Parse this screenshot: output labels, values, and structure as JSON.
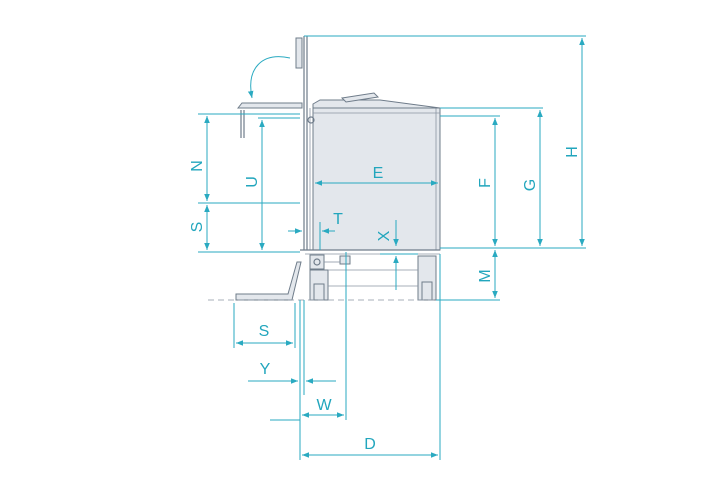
{
  "labels": {
    "H": "H",
    "G": "G",
    "F": "F",
    "E": "E",
    "N": "N",
    "U": "U",
    "S": "S",
    "T": "T",
    "X": "X",
    "M": "M",
    "Y": "Y",
    "W": "W",
    "D": "D"
  },
  "colors": {
    "dimension": "#2aaac1",
    "outline": "#6f7c8a",
    "label": "#22a6bd"
  }
}
